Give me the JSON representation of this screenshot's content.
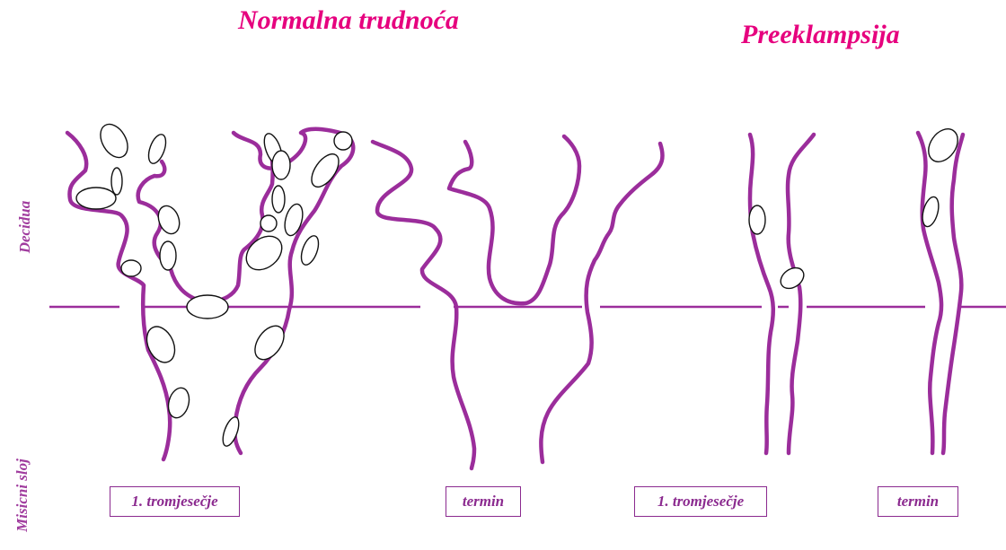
{
  "titles": {
    "normal": "Normalna trudnoća",
    "preeclampsia": "Preeklampsija"
  },
  "side_labels": {
    "decidua": "Decidua",
    "muscle_layer": "Misicni sloj"
  },
  "stage_labels": {
    "normal_first": "1. tromjesečje",
    "normal_term": "termin",
    "pre_first": "1. tromjesečje",
    "pre_term": "termin"
  },
  "colors": {
    "title": "#e6007e",
    "vessel": "#9b2d9b",
    "label": "#a03c9e"
  }
}
